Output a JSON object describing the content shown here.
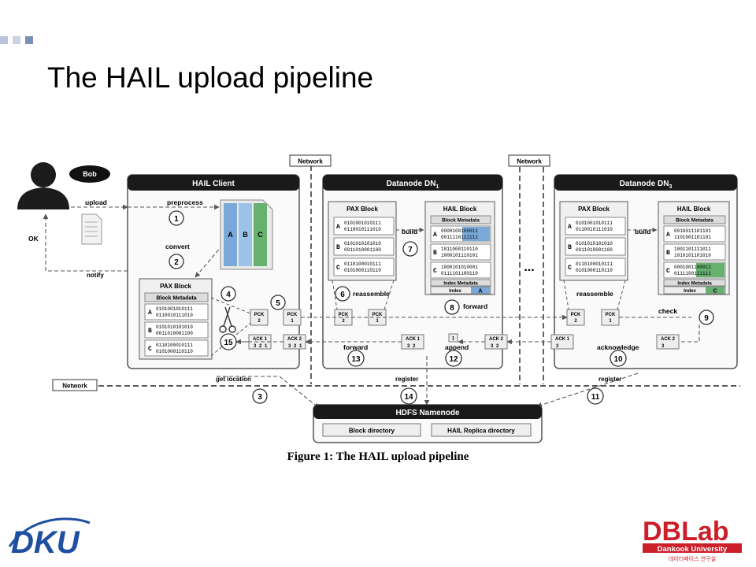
{
  "slide": {
    "title": "The HAIL upload pipeline"
  },
  "figure": {
    "caption": "Figure 1: The HAIL upload pipeline",
    "user": {
      "name": "Bob",
      "upload": "upload",
      "ok": "OK",
      "notify": "notify"
    },
    "network_tags": {
      "top_left": "Network",
      "top_right": "Network",
      "bottom": "Network"
    },
    "hail_client": {
      "title": "HAIL Client",
      "preprocess": "preprocess",
      "convert": "convert",
      "file_columns": [
        "A",
        "B",
        "C"
      ],
      "pax_block": {
        "title": "PAX Block",
        "metadata": "Block Metadata",
        "rows": [
          {
            "label": "A",
            "bits": [
              "0101001010111",
              "0110010111010"
            ]
          },
          {
            "label": "B",
            "bits": [
              "0101010101010",
              "0011010001100"
            ]
          },
          {
            "label": "C",
            "bits": [
              "0110100010111",
              "0101000110110"
            ]
          }
        ]
      },
      "packets": [
        {
          "line1": "PCK",
          "line2": "2"
        },
        {
          "line1": "PCK",
          "line2": "1"
        }
      ],
      "acks": [
        {
          "label": "ACK 1",
          "nums": [
            "3",
            "2",
            "1"
          ]
        },
        {
          "label": "ACK 2",
          "nums": [
            "3",
            "2",
            "1"
          ]
        }
      ]
    },
    "datanode1": {
      "title": "Datanode DN",
      "subscript": "1",
      "pax_block": {
        "title": "PAX Block",
        "rows": [
          {
            "label": "A",
            "bits": [
              "0101001010111",
              "0110010111010"
            ]
          },
          {
            "label": "B",
            "bits": [
              "0101010101010",
              "0011010001100"
            ]
          },
          {
            "label": "C",
            "bits": [
              "0110100010111",
              "0101000110110"
            ]
          }
        ]
      },
      "hail_block": {
        "title": "HAIL Block",
        "metadata": "Block Metadata",
        "rows": [
          {
            "label": "A",
            "bits": [
              "0000100100011",
              "0011110111111"
            ]
          },
          {
            "label": "B",
            "bits": [
              "1011000110110",
              "1000101110101"
            ]
          },
          {
            "label": "C",
            "bits": [
              "1000101010001",
              "0111101100110"
            ]
          }
        ],
        "index_metadata": "Index Metadata",
        "index_label": "Index",
        "index_col": "A"
      },
      "build": "build",
      "reassemble": "reassemble",
      "forward_right": "forward",
      "forward_left": "forward",
      "append": "append",
      "append_num": "1",
      "packets": [
        {
          "line1": "PCK",
          "line2": "2"
        },
        {
          "line1": "PCK",
          "line2": "1"
        }
      ],
      "acks": [
        {
          "label": "ACK 1",
          "nums": [
            "3",
            "2"
          ]
        },
        {
          "label": "ACK 2",
          "nums": [
            "3",
            "2"
          ]
        }
      ]
    },
    "datanode3": {
      "title": "Datanode DN",
      "subscript": "3",
      "pax_block": {
        "title": "PAX Block",
        "rows": [
          {
            "label": "A",
            "bits": [
              "0101001010111",
              "0110010111010"
            ]
          },
          {
            "label": "B",
            "bits": [
              "0101010101010",
              "0011010001100"
            ]
          },
          {
            "label": "C",
            "bits": [
              "0110100010111",
              "0101000110110"
            ]
          }
        ]
      },
      "hail_block": {
        "title": "HAIL Block",
        "metadata": "Block Metadata",
        "rows": [
          {
            "label": "A",
            "bits": [
              "0010011101101",
              "1101001101101"
            ]
          },
          {
            "label": "B",
            "bits": [
              "1001101111011",
              "1010101101010"
            ]
          },
          {
            "label": "C",
            "bits": [
              "0001001100011",
              "0111100111111"
            ]
          }
        ],
        "index_metadata": "Index Metadata",
        "index_label": "Index",
        "index_col": "C"
      },
      "build": "build",
      "reassemble": "reassemble",
      "check": "check",
      "acknowledge": "acknowledge",
      "packets": [
        {
          "line1": "PCK",
          "line2": "2"
        },
        {
          "line1": "PCK",
          "line2": "1"
        }
      ],
      "acks": [
        {
          "label": "ACK 1",
          "nums": [
            "3"
          ]
        },
        {
          "label": "ACK 2",
          "nums": [
            "3"
          ]
        }
      ]
    },
    "ellipsis": "...",
    "get_location": "get location",
    "register_mid": "register",
    "register_right": "register",
    "namenode": {
      "title": "HDFS Namenode",
      "block_directory": "Block directory",
      "replica_directory": "HAIL Replica directory"
    },
    "steps": [
      "1",
      "2",
      "3",
      "4",
      "5",
      "6",
      "7",
      "8",
      "9",
      "10",
      "11",
      "12",
      "13",
      "14",
      "15"
    ]
  },
  "logos": {
    "dku": "DKU",
    "dblab_main": "DBLab",
    "dblab_sub": "Dankook University",
    "dblab_korean": "데이터베이스 연구실"
  },
  "colors": {
    "corner": "#b8c3dc",
    "dku_blue": "#1e4fa0",
    "dblab_red": "#cc1f2a",
    "col_a": "#79a8d9",
    "col_b": "#9bc3e8",
    "col_c": "#66b070"
  }
}
